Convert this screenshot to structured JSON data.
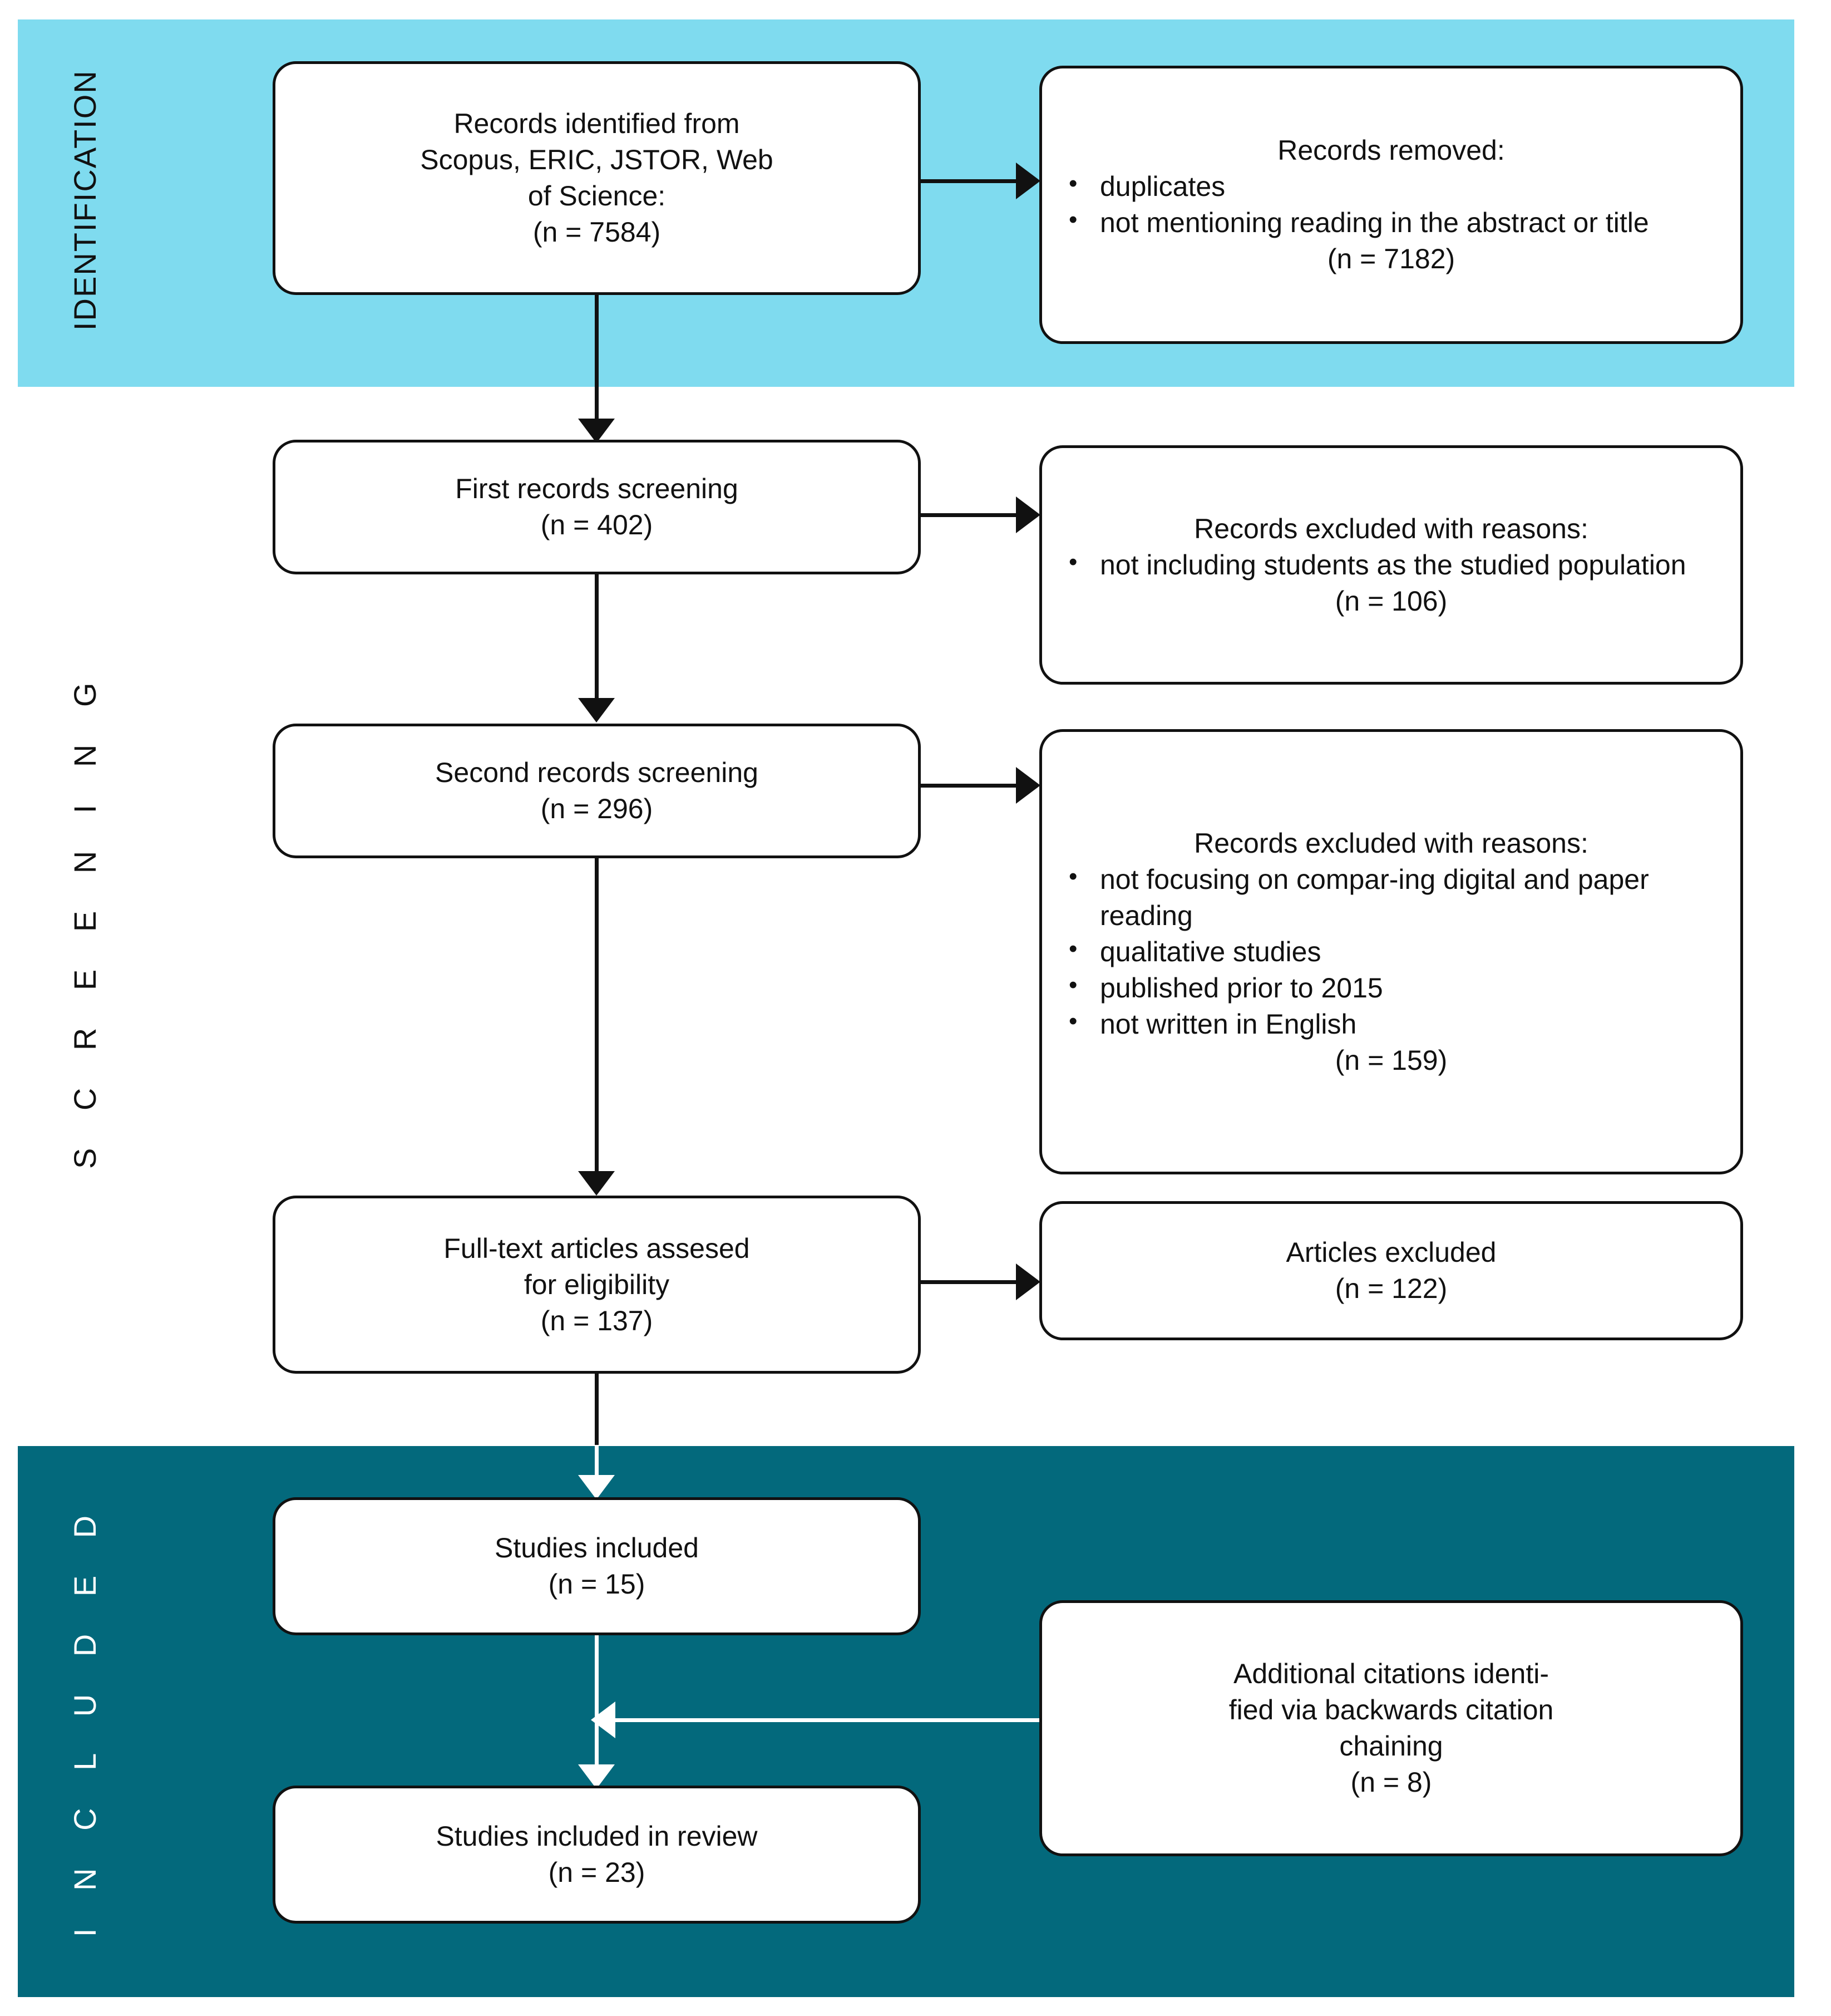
{
  "diagram": {
    "type": "prisma-flow-diagram",
    "colors": {
      "identification_band": "#7FDBEF",
      "included_band": "#03697C",
      "box_border": "#111111",
      "box_fill": "#FFFFFF",
      "connector_dark": "#111111",
      "connector_light": "#FFFFFF"
    }
  },
  "stages": {
    "identification": "IDENTIFICATION",
    "screening": "S C R E E N I N G",
    "included": "I N C L U D E D"
  },
  "boxes": {
    "records_identified": {
      "lines": [
        "Records identified from",
        "Scopus, ERIC, JSTOR, Web",
        "of Science:",
        "(n = 7584)"
      ]
    },
    "records_removed": {
      "title": "Records removed:",
      "bullets": [
        "duplicates",
        "not mentioning reading in the abstract or title"
      ],
      "count": "(n = 7182)"
    },
    "first_screening": {
      "lines": [
        "First records screening",
        "(n = 402)"
      ]
    },
    "excluded_first": {
      "title": "Records excluded with reasons:",
      "bullets": [
        "not including students as the studied population"
      ],
      "count": "(n = 106)"
    },
    "second_screening": {
      "lines": [
        "Second records screening",
        "(n = 296)"
      ]
    },
    "excluded_second": {
      "title": "Records excluded with reasons:",
      "bullets": [
        "not focusing on compar-ing digital and paper reading",
        "qualitative studies",
        "published prior to 2015",
        "not written in English"
      ],
      "count": "(n = 159)"
    },
    "fulltext_assessed": {
      "lines": [
        "Full-text articles assesed",
        "for eligibility",
        "(n = 137)"
      ]
    },
    "articles_excluded": {
      "lines": [
        "Articles excluded",
        "(n = 122)"
      ]
    },
    "studies_included": {
      "lines": [
        "Studies included",
        "(n = 15)"
      ]
    },
    "additional_citations": {
      "lines": [
        "Additional citations identi-",
        "fied via backwards citation",
        "chaining",
        "(n = 8)"
      ]
    },
    "studies_included_review": {
      "lines": [
        "Studies included in review",
        "(n = 23)"
      ]
    }
  }
}
